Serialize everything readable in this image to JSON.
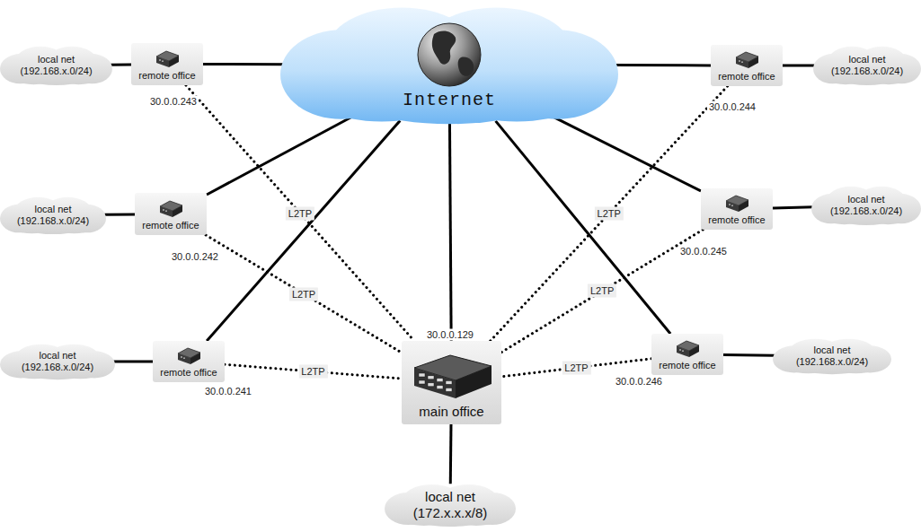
{
  "diagram": {
    "nodes": [
      {
        "text": [
          "local net (192.168.x.0/24)"
        ]
      },
      {
        "text": [
          "remote office"
        ]
      },
      {
        "text": [
          "Internet"
        ]
      },
      {
        "text": [
          "remote office"
        ]
      },
      {
        "text": [
          "local net (192.168.x.0/24)"
        ]
      },
      {
        "text": [
          "local net (192.168.x.0/24)"
        ]
      },
      {
        "text": [
          "remote office"
        ]
      },
      {
        "text": [
          "remote office"
        ]
      },
      {
        "text": [
          "local net (192.168.x.0/24)"
        ]
      },
      {
        "text": [
          "local net (192.168.x.0/24)"
        ]
      },
      {
        "text": [
          "remote office"
        ]
      },
      {
        "text": [
          "main office"
        ]
      },
      {
        "text": [
          "remote office"
        ]
      },
      {
        "text": [
          "local net (192.168.x.0/24)"
        ]
      },
      {
        "text": [
          "local net (172.x.x.x/8)"
        ]
      }
    ],
    "edges": [
      {
        "from": 0,
        "to": 1,
        "arrow": "none"
      },
      {
        "from": 1,
        "to": 2,
        "arrow": "none"
      },
      {
        "from": 3,
        "to": 2,
        "arrow": "none"
      },
      {
        "from": 4,
        "to": 3,
        "arrow": "none"
      },
      {
        "from": 6,
        "to": 2,
        "arrow": "none"
      },
      {
        "from": 5,
        "to": 6,
        "arrow": "none"
      },
      {
        "from": 7,
        "to": 2,
        "arrow": "none"
      },
      {
        "from": 8,
        "to": 7,
        "arrow": "none"
      },
      {
        "from": 10,
        "to": 2,
        "arrow": "none"
      },
      {
        "from": 9,
        "to": 10,
        "arrow": "none"
      },
      {
        "from": 12,
        "to": 2,
        "arrow": "none"
      },
      {
        "from": 13,
        "to": 12,
        "arrow": "none"
      },
      {
        "from": 11,
        "to": 2,
        "arrow": "none"
      },
      {
        "from": 11,
        "to": 14,
        "arrow": "none"
      },
      {
        "from": 1,
        "to": 11,
        "label": "L2TP",
        "arrow": "none"
      },
      {
        "from": 3,
        "to": 11,
        "label": "L2TP",
        "arrow": "none"
      },
      {
        "from": 6,
        "to": 11,
        "label": "L2TP",
        "arrow": "none"
      },
      {
        "from": 7,
        "to": 11,
        "label": "L2TP",
        "arrow": "none"
      },
      {
        "from": 10,
        "to": 11,
        "label": "L2TP",
        "arrow": "none"
      },
      {
        "from": 12,
        "to": 11,
        "label": "L2TP",
        "arrow": "none"
      }
    ],
    "labels": [
      "30.0.0.243",
      "30.0.0.244",
      "30.0.0.242",
      "30.0.0.245",
      "30.0.0.129",
      "30.0.0.241",
      "30.0.0.246"
    ]
  }
}
